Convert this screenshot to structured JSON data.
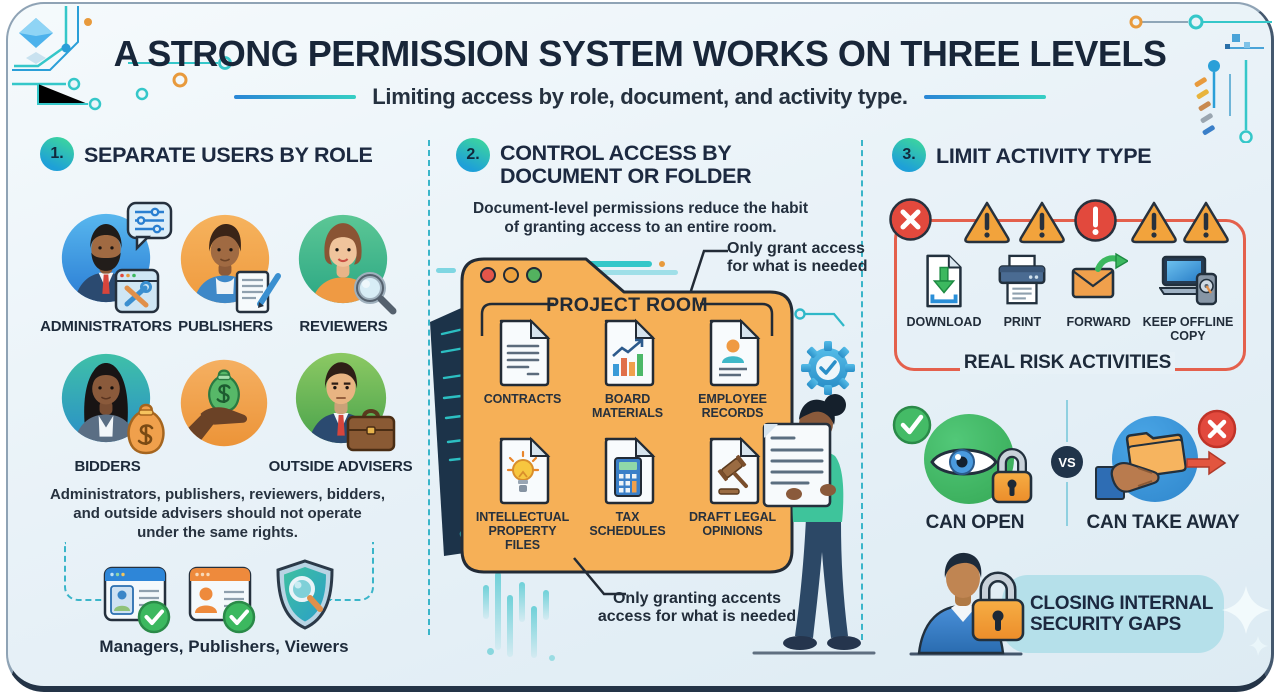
{
  "header": {
    "title": "A STRONG PERMISSION SYSTEM WORKS ON THREE LEVELS",
    "subtitle": "Limiting access by role, document, and activity type."
  },
  "section1": {
    "number": "1.",
    "title": "SEPARATE USERS BY ROLE",
    "roles": [
      "ADMINISTRATORS",
      "PUBLISHERS",
      "REVIEWERS",
      "BIDDERS",
      "OUTSIDE ADVISERS"
    ],
    "note_lines": [
      "Administrators, publishers, reviewers, bidders,",
      "and outside advisers should not operate",
      "under the same rights."
    ],
    "access_groups": "Managers, Publishers, Viewers"
  },
  "section2": {
    "number": "2.",
    "title": "CONTROL ACCESS BY DOCUMENT OR FOLDER",
    "description": "Document-level permissions reduce the habit of granting access to an entire room.",
    "callout_top": "Only grant access for what is needed",
    "folder_title": "PROJECT ROOM",
    "documents": [
      "CONTRACTS",
      "BOARD MATERIALS",
      "EMPLOYEE RECORDS",
      "INTELLECTUAL PROPERTY FILES",
      "TAX SCHEDULES",
      "DRAFT LEGAL OPINIONS"
    ],
    "callout_bottom": "Only granting accents access for what is needed"
  },
  "section3": {
    "number": "3.",
    "title": "LIMIT ACTIVITY TYPE",
    "activities": [
      "DOWNLOAD",
      "PRINT",
      "FORWARD",
      "KEEP OFFLINE COPY"
    ],
    "risk_label": "REAL RISK ACTIVITIES",
    "comparison": {
      "left_label": "CAN OPEN",
      "vs_label": "VS",
      "right_label": "CAN TAKE AWAY"
    },
    "footer_label": "CLOSING INTERNAL SECURITY GAPS"
  },
  "icons": {
    "check-icon": "✓",
    "cross-icon": "✕",
    "warning-icon": "!"
  },
  "colors": {
    "panel_bg": "#e9f2f8",
    "title_navy": "#1c2940",
    "accent_teal": "#2fbfc4",
    "folder_orange": "#f6b057",
    "risk_red": "#e4604c",
    "success_green": "#3cb85f",
    "alert_red": "#e2493d",
    "warning_orange": "#f2a33c",
    "info_blue": "#2a8fd8",
    "pill_teal": "#b5e0ea"
  }
}
